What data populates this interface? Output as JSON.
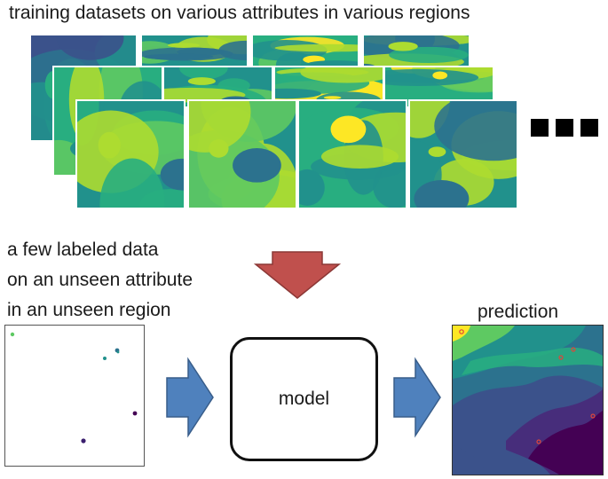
{
  "title": "training datasets on various attributes in various regions",
  "few_labeled_lines": [
    "a few labeled data",
    "on an unseen attribute",
    "in an unseen region"
  ],
  "model_label": "model",
  "prediction_label": "prediction",
  "colors": {
    "viridis_dark": "#440154",
    "viridis_blue": "#3b528b",
    "viridis_teal": "#21918c",
    "viridis_green": "#5ec962",
    "viridis_yellow": "#fde725",
    "down_arrow": "#c0504d",
    "right_arrow": "#4f81bd",
    "sample_marker": "#e0453a"
  }
}
